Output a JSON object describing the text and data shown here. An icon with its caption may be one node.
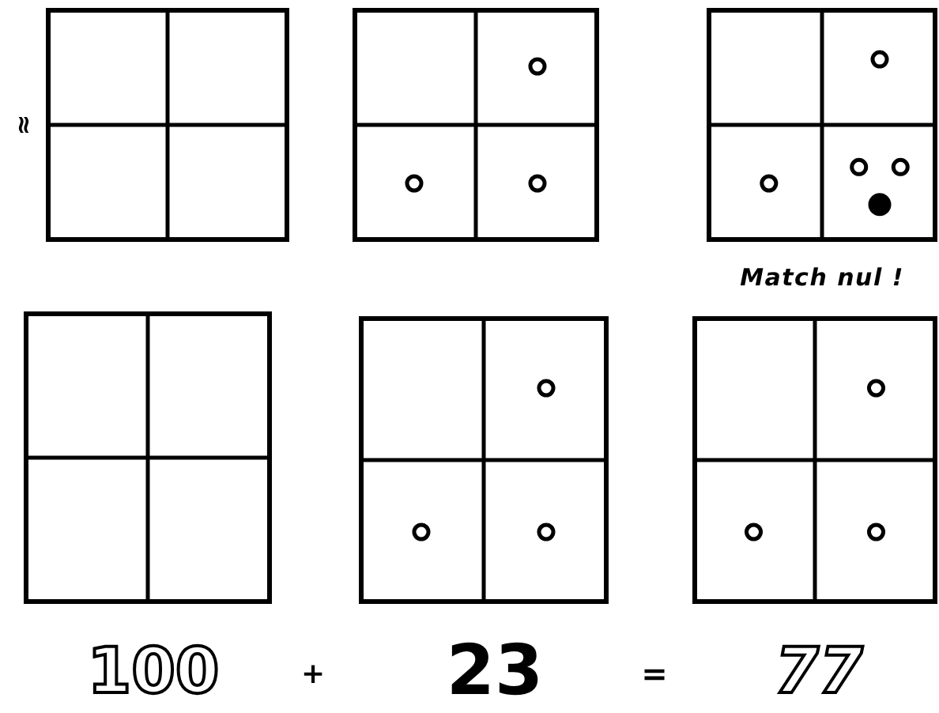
{
  "diagram": {
    "labels": [
      "≈",
      "Match nul !",
      "100",
      "+",
      "23",
      "=",
      "77"
    ]
  }
}
